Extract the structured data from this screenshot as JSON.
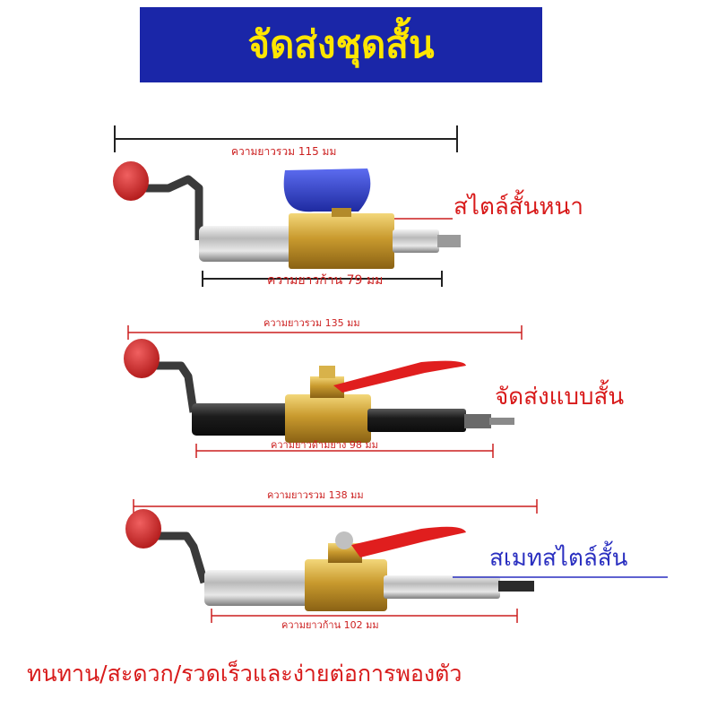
{
  "banner": {
    "title": "จัดส่งชุดสั้น",
    "bg_color": "#1a26a8",
    "text_color": "#ffe600"
  },
  "colors": {
    "dimension_red": "#cc1f1f",
    "dimension_black": "#222222",
    "label_red": "#d81a1a",
    "label_blue": "#2a2fc0",
    "footer_red": "#d81a1a"
  },
  "products": [
    {
      "style_label": "สไตล์สั้นหนา",
      "total_length": "ความยาวรวม 115 มม",
      "rod_length": "ความยาวก้าน 79 มม",
      "handle": "blue-lever-icon"
    },
    {
      "style_label": "จัดส่งแบบสั้น",
      "total_length": "ความยาวรวม 135 มม",
      "rod_length": "ความยาวด้ามยาง 98 มม",
      "handle": "red-lever-icon"
    },
    {
      "style_label": "สเมทสไตล์สั้น",
      "total_length": "ความยาวรวม 138 มม",
      "rod_length": "ความยาวก้าน 102 มม",
      "handle": "red-lever-icon"
    }
  ],
  "footer": {
    "text": "ทนทาน/สะดวก/รวดเร็วและง่ายต่อการพองตัว"
  }
}
